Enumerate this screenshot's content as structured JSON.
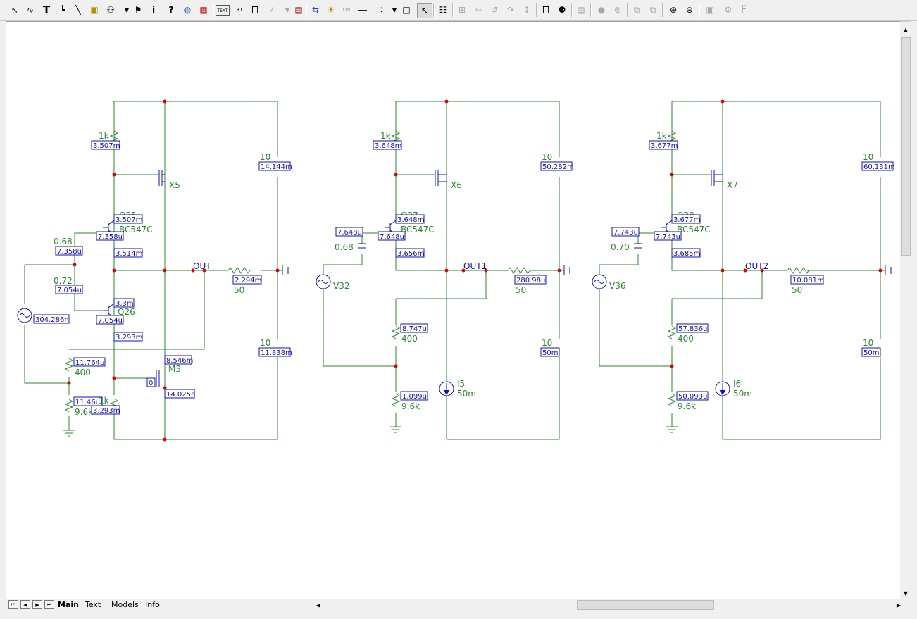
{
  "toolbar": {
    "text_button": "TEXT",
    "on_button": "ON",
    "r1_button": "R1",
    "font_button": "F"
  },
  "tabs": [
    {
      "label": "Main"
    },
    {
      "label": "Text"
    },
    {
      "label": "Models"
    },
    {
      "label": "Info"
    }
  ],
  "schematic": {
    "circuit1": {
      "r_top_value": "1k",
      "r_top_current": "3.507m",
      "mosfet_name": "X5",
      "bjt_top_name": "Q25",
      "bjt_top_model": "BC547C",
      "bjt_top_ic": "3.507m",
      "bjt_top_ib": "7.358u",
      "bjt_top_ie": "3.514m",
      "bias1_value": "0.68",
      "bias1_current": "7.358u",
      "bias2_value": "0.72",
      "bias2_current": "7.054u",
      "source_current": "304.286n",
      "bjt_bot_name": "Q26",
      "bjt_bot_ic": "3.3m",
      "bjt_bot_ib": "7.054u",
      "bjt_bot_ie": "3.293m",
      "out_label": "OUT",
      "r_load_current": "2.294m",
      "r_load_value": "50",
      "v_top_value": "10",
      "v_top_current": "14.144m",
      "v_bot_value": "10",
      "v_bot_current": "11.838m",
      "fb_r_current": "11.764u",
      "fb_r_value": "400",
      "gnd_r_current": "11.46u",
      "gnd_r_value": "9.6k",
      "m3_name": "M3",
      "m3_current": "8.546m",
      "m3_gate": "0",
      "m3_leak": "14.025p",
      "r_bot_value": "1k",
      "r_bot_current": "3.293m"
    },
    "circuit2": {
      "r_top_value": "1k",
      "r_top_current": "3.648m",
      "mosfet_name": "X6",
      "bjt_name": "Q27",
      "bjt_model": "BC547C",
      "bjt_ic": "3.648m",
      "bjt_ib": "7.648u",
      "bjt_ie": "3.656m",
      "bias_current": "7.648u",
      "bias_value": "0.68",
      "source_name": "V32",
      "out_label": "OUT1",
      "r_load_current": "280.98u",
      "r_load_value": "50",
      "v_top_value": "10",
      "v_top_current": "50.282m",
      "v_bot_value": "10",
      "v_bot_current": "50m",
      "fb_r_current": "8.747u",
      "fb_r_value": "400",
      "gnd_r_current": "1.099u",
      "gnd_r_value": "9.6k",
      "isrc_name": "I5",
      "isrc_value": "50m"
    },
    "circuit3": {
      "r_top_value": "1k",
      "r_top_current": "3.677m",
      "mosfet_name": "X7",
      "bjt_name": "Q28",
      "bjt_model": "BC547C",
      "bjt_ic": "3.677m",
      "bjt_ib": "7.743u",
      "bjt_ie": "3.685m",
      "bias_current": "7.743u",
      "bias_value": "0.70",
      "source_name": "V36",
      "out_label": "OUT2",
      "r_load_current": "10.081m",
      "r_load_value": "50",
      "v_top_value": "10",
      "v_top_current": "60.131m",
      "v_bot_value": "10",
      "v_bot_current": "50m",
      "fb_r_current": "57.836u",
      "fb_r_value": "400",
      "gnd_r_current": "50.093u",
      "gnd_r_value": "9.6k",
      "isrc_name": "I6",
      "isrc_value": "50m"
    }
  }
}
